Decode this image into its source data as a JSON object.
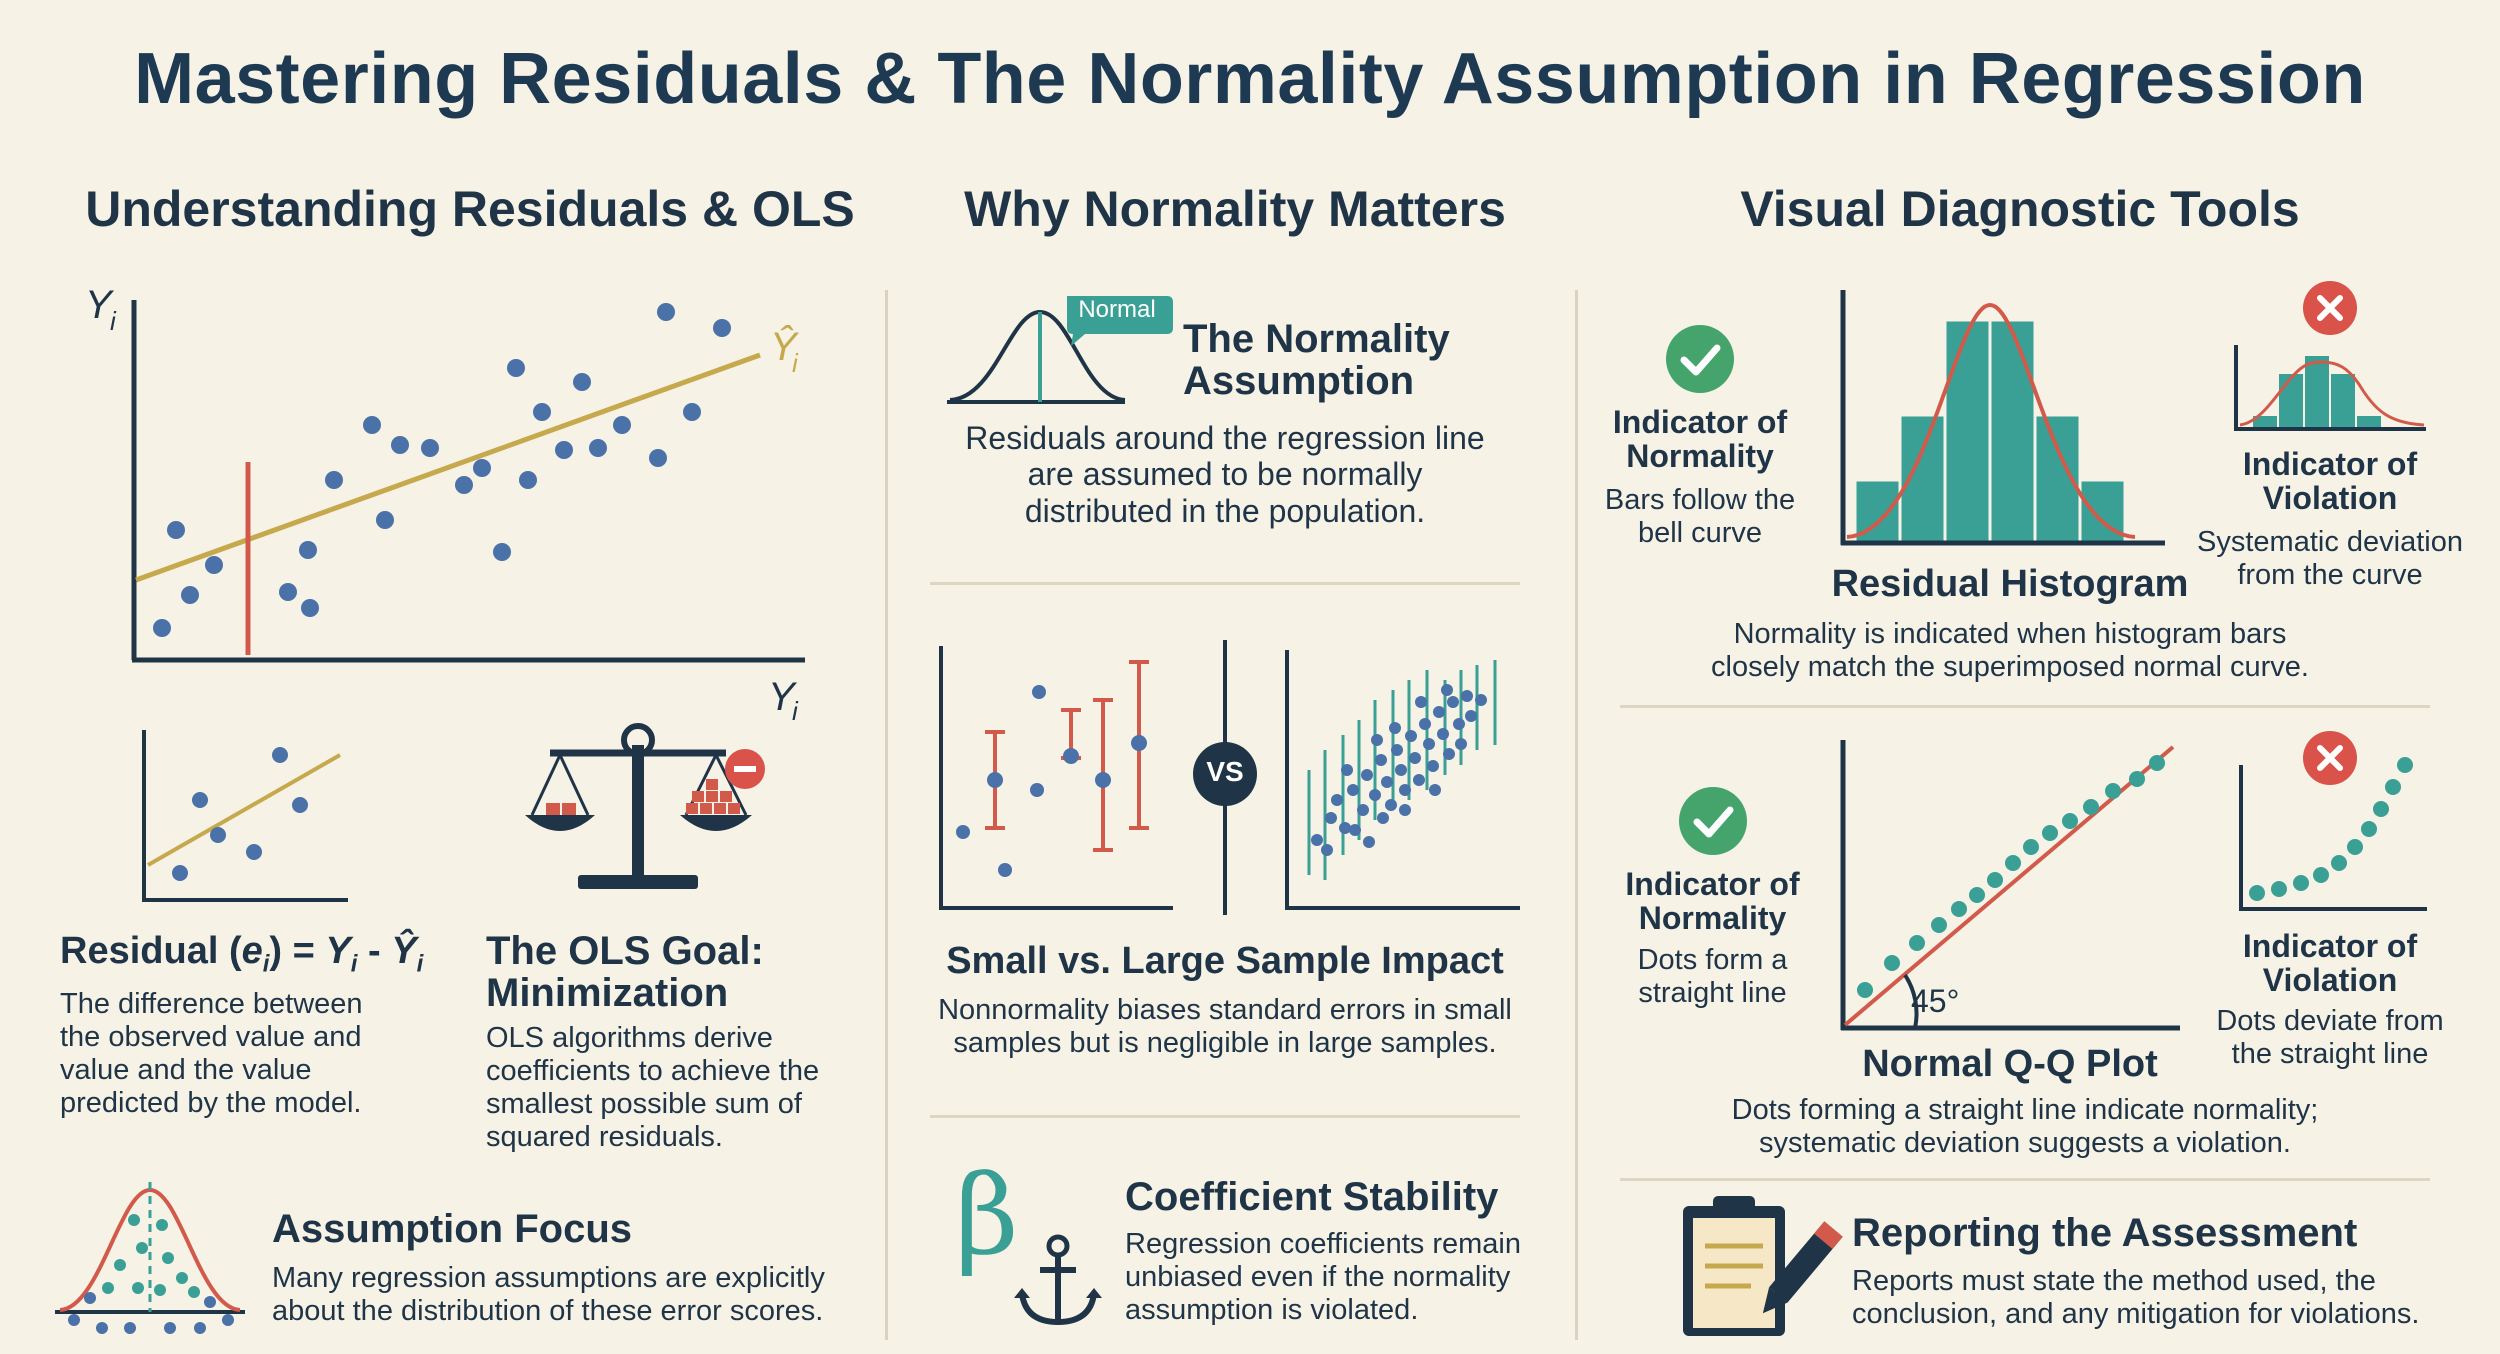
{
  "title": "Mastering Residuals & The Normality Assumption in Regression",
  "columns": {
    "left": {
      "title": "Understanding Residuals & OLS",
      "scatter": {
        "y_axis_label": "Y",
        "y_sub": "i",
        "x_axis_label": "Y",
        "x_sub": "i",
        "line_label": "Ŷ",
        "line_sub": "i"
      },
      "residual": {
        "heading_prefix": "Residual (",
        "heading_e": "e",
        "heading_sub": "i",
        "heading_mid": ") = ",
        "heading_y": "Y",
        "heading_y_sub": "i",
        "heading_minus": " - ",
        "heading_yhat": "Ŷ",
        "heading_yhat_sub": "i",
        "text": "The difference between the observed value and value and the value predicted by the model."
      },
      "ols": {
        "heading": "The OLS Goal: Minimization",
        "text": "OLS algorithms derive coefficients to achieve the smallest possible sum of squared residuals."
      },
      "focus": {
        "heading": "Assumption Focus",
        "text": "Many regression assumptions are explicitly about the distribution of these error scores."
      }
    },
    "middle": {
      "title": "Why Normality Matters",
      "normality": {
        "badge": "Normal",
        "heading": "The Normality Assumption",
        "text": "Residuals around the regression line are assumed to be normally distributed in the population."
      },
      "sample": {
        "vs": "VS",
        "heading": "Small vs. Large Sample Impact",
        "text": "Nonnormality biases standard errors in small samples but is negligible in large samples."
      },
      "stability": {
        "beta": "β",
        "heading": "Coefficient Stability",
        "text": "Regression coefficients remain unbiased even if the normality assumption is violated."
      }
    },
    "right": {
      "title": "Visual Diagnostic Tools",
      "histogram": {
        "good_heading": "Indicator of Normality",
        "good_text": "Bars follow the bell curve",
        "bad_heading": "Indicator of Violation",
        "bad_text": "Systematic deviation from the curve",
        "heading": "Residual Histogram",
        "text": "Normality is indicated when histogram bars closely match the superimposed normal curve."
      },
      "qq": {
        "good_heading": "Indicator of Normality",
        "good_text": "Dots form a straight line",
        "angle": "45°",
        "bad_heading": "Indicator of Violation",
        "bad_text": "Dots deviate from the straight line",
        "heading": "Normal Q-Q Plot",
        "text": "Dots forming a straight line indicate normality; systematic deviation suggests a violation."
      },
      "reporting": {
        "heading": "Reporting the Assessment",
        "text": "Reports must state the method used, the conclusion, and any mitigation for violations."
      }
    }
  },
  "colors": {
    "background": "#f6f2e6",
    "navy": "#1f3447",
    "teal": "#3aa095",
    "dot_blue": "#4a72a8",
    "line_gold": "#c6a94d",
    "residual_red": "#d25a4a",
    "check_green": "#45a46c",
    "cross_red": "#d9534a"
  },
  "icons": [
    "check-icon",
    "cross-icon",
    "scale-icon",
    "minus-icon",
    "bell-curve-icon",
    "beta-icon",
    "anchor-icon",
    "clipboard-icon",
    "pencil-icon"
  ]
}
